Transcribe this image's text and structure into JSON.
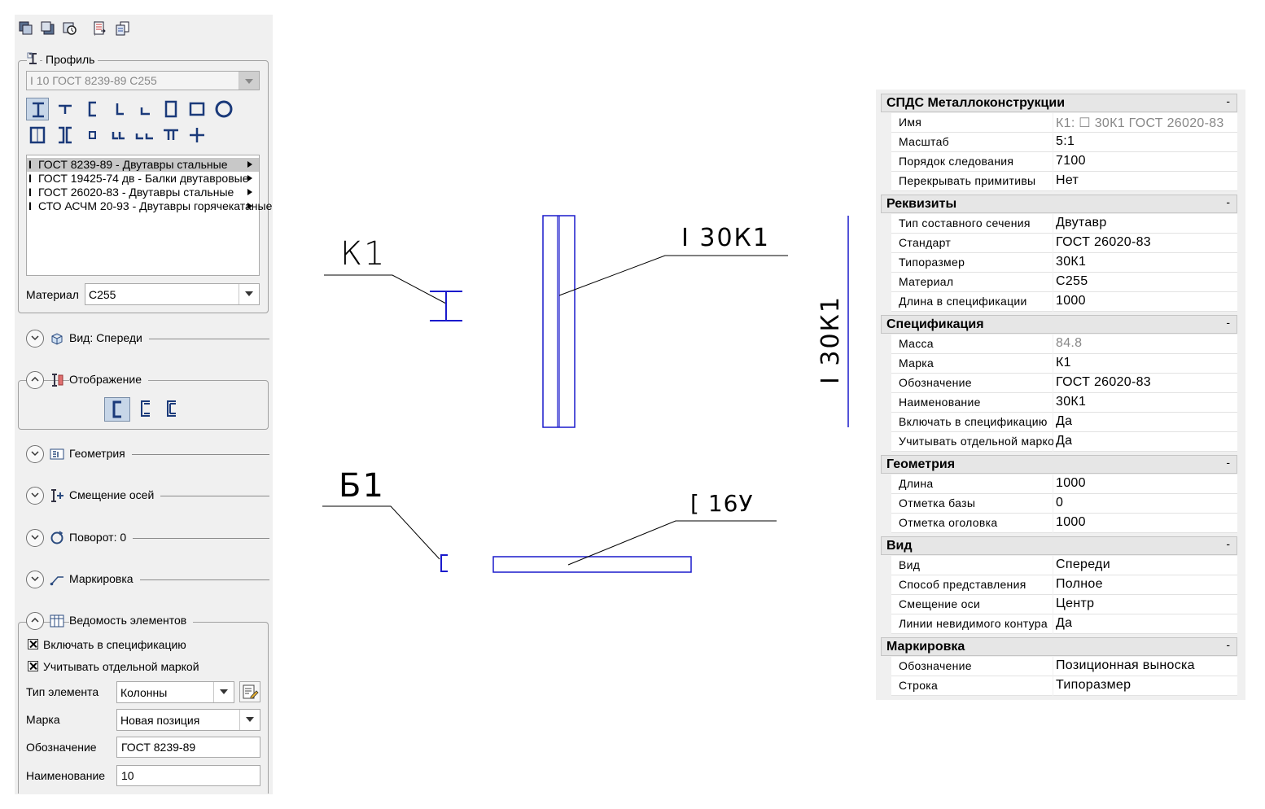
{
  "left_panel": {
    "toolbar_icons": [
      "new-object-icon",
      "copy-object-icon",
      "object-settings-icon",
      "export-icon",
      "copy-properties-icon"
    ],
    "profile": {
      "title": "Профиль",
      "combo_value": "I 10 ГОСТ 8239-89 С255",
      "shape_icons": [
        "i-beam-icon",
        "t-section-icon",
        "channel-icon",
        "angle-equal-icon",
        "angle-unequal-icon",
        "rect-tube-icon",
        "square-tube-icon",
        "round-tube-icon",
        "double-channel-box-icon",
        "double-channel-back-icon",
        "z-section-icon",
        "double-angle-icon",
        "double-angle-wide-icon",
        "double-t-icon",
        "cross-angle-icon"
      ],
      "standards": [
        {
          "label": "ГОСТ 8239-89 - Двутавры стальные",
          "selected": true
        },
        {
          "label": "ГОСТ 19425-74 дв - Балки двутавровые",
          "selected": false
        },
        {
          "label": "ГОСТ 26020-83 - Двутавры стальные",
          "selected": false
        },
        {
          "label": "СТО АСЧМ 20-93 - Двутавры горячекатаные",
          "selected": false
        }
      ],
      "material_label": "Материал",
      "material_value": "С255"
    },
    "sections": {
      "view": "Вид: Спереди",
      "display": "Отображение",
      "geometry": "Геометрия",
      "axis_offset": "Смещение осей",
      "rotation": "Поворот: 0",
      "marking": "Маркировка",
      "element_list": "Ведомость элементов"
    },
    "element_list": {
      "include_in_spec": "Включать в спецификацию",
      "separate_mark": "Учитывать отдельной маркой",
      "element_type_label": "Тип элемента",
      "element_type_value": "Колонны",
      "mark_label": "Марка",
      "mark_value": "Новая позиция",
      "designation_label": "Обозначение",
      "designation_value": "ГОСТ 8239-89",
      "name_label": "Наименование",
      "name_value": "10"
    }
  },
  "drawing": {
    "label_k1": "К1",
    "label_30k1": "I 30К1",
    "label_30k1_vertical": "I 30К1",
    "label_b1": "Б1",
    "label_16u": "[ 16У",
    "line_color": "#1a1acc"
  },
  "properties": {
    "categories": [
      {
        "name": "СПДС Металлоконструкции",
        "rows": [
          {
            "key": "Имя",
            "value": "К1: ☐ 30К1  ГОСТ 26020-83",
            "gray": true
          },
          {
            "key": "Масштаб",
            "value": "5:1"
          },
          {
            "key": "Порядок следования",
            "value": "7100"
          },
          {
            "key": "Перекрывать примитивы",
            "value": "Нет"
          }
        ]
      },
      {
        "name": "Реквизиты",
        "rows": [
          {
            "key": "Тип составного сечения",
            "value": "Двутавр"
          },
          {
            "key": "Стандарт",
            "value": "ГОСТ 26020-83"
          },
          {
            "key": "Типоразмер",
            "value": "30К1"
          },
          {
            "key": "Материал",
            "value": "С255"
          },
          {
            "key": "Длина в спецификации",
            "value": "1000"
          }
        ]
      },
      {
        "name": "Спецификация",
        "rows": [
          {
            "key": "Масса",
            "value": "84.8",
            "gray": true
          },
          {
            "key": "Марка",
            "value": "К1"
          },
          {
            "key": "Обозначение",
            "value": "ГОСТ 26020-83"
          },
          {
            "key": "Наименование",
            "value": "30К1"
          },
          {
            "key": "Включать в спецификацию",
            "value": "Да"
          },
          {
            "key": "Учитывать отдельной маркой",
            "value": "Да"
          }
        ]
      },
      {
        "name": "Геометрия",
        "rows": [
          {
            "key": "Длина",
            "value": "1000"
          },
          {
            "key": "Отметка базы",
            "value": "0"
          },
          {
            "key": "Отметка оголовка",
            "value": "1000"
          }
        ]
      },
      {
        "name": "Вид",
        "rows": [
          {
            "key": "Вид",
            "value": "Спереди"
          },
          {
            "key": "Способ представления",
            "value": "Полное"
          },
          {
            "key": "Смещение оси",
            "value": "Центр"
          },
          {
            "key": "Линии невидимого контура",
            "value": "Да"
          }
        ]
      },
      {
        "name": "Маркировка",
        "rows": [
          {
            "key": "Обозначение",
            "value": "Позиционная выноска"
          },
          {
            "key": "Строка",
            "value": "Типоразмер"
          }
        ]
      }
    ],
    "collapse_symbol": "-"
  }
}
